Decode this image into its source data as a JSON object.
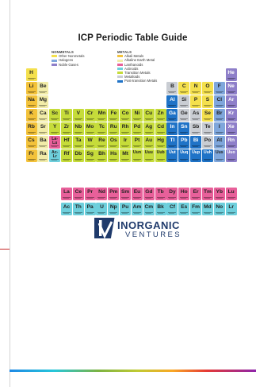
{
  "title": "ICP Periodic Table Guide",
  "colors": {
    "nonmetal": "#f4e04d",
    "halogen": "#7fa7dc",
    "noble": "#8e7fc9",
    "alkali": "#f3c23a",
    "alkaline": "#f2eca8",
    "lanthanide": "#e8609a",
    "actinide": "#6ecfdc",
    "transition": "#c6dc3a",
    "metalloid": "#c9cdd3",
    "post": "#1f73c7"
  },
  "legend": {
    "nonmetals_heading": "NONMETALS",
    "metals_heading": "METALS",
    "nonmetals": [
      {
        "label": "Other Nonmetals",
        "key": "nonmetal"
      },
      {
        "label": "Halogens",
        "key": "halogen"
      },
      {
        "label": "Noble Gases",
        "key": "noble"
      }
    ],
    "metals": [
      {
        "label": "Alkali Metals",
        "key": "alkali"
      },
      {
        "label": "Alkaline Earth Metal",
        "key": "alkaline"
      },
      {
        "label": "Lanthanoids",
        "key": "lanthanide"
      },
      {
        "label": "Actinoids",
        "key": "actinide"
      },
      {
        "label": "Transition Metals",
        "key": "transition"
      },
      {
        "label": "Metalloids",
        "key": "metalloid"
      },
      {
        "label": "Post-transition Metals",
        "key": "post"
      }
    ]
  },
  "elements": [
    {
      "s": "H",
      "r": 1,
      "c": 1,
      "k": "nonmetal"
    },
    {
      "s": "He",
      "r": 1,
      "c": 18,
      "k": "noble"
    },
    {
      "s": "Li",
      "r": 2,
      "c": 1,
      "k": "alkali"
    },
    {
      "s": "Be",
      "r": 2,
      "c": 2,
      "k": "alkaline"
    },
    {
      "s": "B",
      "r": 2,
      "c": 13,
      "k": "metalloid"
    },
    {
      "s": "C",
      "r": 2,
      "c": 14,
      "k": "nonmetal"
    },
    {
      "s": "N",
      "r": 2,
      "c": 15,
      "k": "nonmetal"
    },
    {
      "s": "O",
      "r": 2,
      "c": 16,
      "k": "nonmetal"
    },
    {
      "s": "F",
      "r": 2,
      "c": 17,
      "k": "halogen"
    },
    {
      "s": "Ne",
      "r": 2,
      "c": 18,
      "k": "noble"
    },
    {
      "s": "Na",
      "r": 3,
      "c": 1,
      "k": "alkali"
    },
    {
      "s": "Mg",
      "r": 3,
      "c": 2,
      "k": "alkaline"
    },
    {
      "s": "Al",
      "r": 3,
      "c": 13,
      "k": "post"
    },
    {
      "s": "Si",
      "r": 3,
      "c": 14,
      "k": "metalloid"
    },
    {
      "s": "P",
      "r": 3,
      "c": 15,
      "k": "nonmetal"
    },
    {
      "s": "S",
      "r": 3,
      "c": 16,
      "k": "nonmetal"
    },
    {
      "s": "Cl",
      "r": 3,
      "c": 17,
      "k": "halogen"
    },
    {
      "s": "Ar",
      "r": 3,
      "c": 18,
      "k": "noble"
    },
    {
      "s": "K",
      "r": 4,
      "c": 1,
      "k": "alkali"
    },
    {
      "s": "Ca",
      "r": 4,
      "c": 2,
      "k": "alkaline"
    },
    {
      "s": "Sc",
      "r": 4,
      "c": 3,
      "k": "transition"
    },
    {
      "s": "Ti",
      "r": 4,
      "c": 4,
      "k": "transition"
    },
    {
      "s": "V",
      "r": 4,
      "c": 5,
      "k": "transition"
    },
    {
      "s": "Cr",
      "r": 4,
      "c": 6,
      "k": "transition"
    },
    {
      "s": "Mn",
      "r": 4,
      "c": 7,
      "k": "transition"
    },
    {
      "s": "Fe",
      "r": 4,
      "c": 8,
      "k": "transition"
    },
    {
      "s": "Co",
      "r": 4,
      "c": 9,
      "k": "transition"
    },
    {
      "s": "Ni",
      "r": 4,
      "c": 10,
      "k": "transition"
    },
    {
      "s": "Cu",
      "r": 4,
      "c": 11,
      "k": "transition"
    },
    {
      "s": "Zn",
      "r": 4,
      "c": 12,
      "k": "transition"
    },
    {
      "s": "Ga",
      "r": 4,
      "c": 13,
      "k": "post"
    },
    {
      "s": "Ge",
      "r": 4,
      "c": 14,
      "k": "metalloid"
    },
    {
      "s": "As",
      "r": 4,
      "c": 15,
      "k": "metalloid"
    },
    {
      "s": "Se",
      "r": 4,
      "c": 16,
      "k": "nonmetal"
    },
    {
      "s": "Br",
      "r": 4,
      "c": 17,
      "k": "halogen"
    },
    {
      "s": "Kr",
      "r": 4,
      "c": 18,
      "k": "noble"
    },
    {
      "s": "Rb",
      "r": 5,
      "c": 1,
      "k": "alkali"
    },
    {
      "s": "Sr",
      "r": 5,
      "c": 2,
      "k": "alkaline"
    },
    {
      "s": "Y",
      "r": 5,
      "c": 3,
      "k": "transition"
    },
    {
      "s": "Zr",
      "r": 5,
      "c": 4,
      "k": "transition"
    },
    {
      "s": "Nb",
      "r": 5,
      "c": 5,
      "k": "transition"
    },
    {
      "s": "Mo",
      "r": 5,
      "c": 6,
      "k": "transition"
    },
    {
      "s": "Tc",
      "r": 5,
      "c": 7,
      "k": "transition"
    },
    {
      "s": "Ru",
      "r": 5,
      "c": 8,
      "k": "transition"
    },
    {
      "s": "Rh",
      "r": 5,
      "c": 9,
      "k": "transition"
    },
    {
      "s": "Pd",
      "r": 5,
      "c": 10,
      "k": "transition"
    },
    {
      "s": "Ag",
      "r": 5,
      "c": 11,
      "k": "transition"
    },
    {
      "s": "Cd",
      "r": 5,
      "c": 12,
      "k": "transition"
    },
    {
      "s": "In",
      "r": 5,
      "c": 13,
      "k": "post"
    },
    {
      "s": "Sn",
      "r": 5,
      "c": 14,
      "k": "post"
    },
    {
      "s": "Sb",
      "r": 5,
      "c": 15,
      "k": "metalloid"
    },
    {
      "s": "Te",
      "r": 5,
      "c": 16,
      "k": "metalloid"
    },
    {
      "s": "I",
      "r": 5,
      "c": 17,
      "k": "halogen"
    },
    {
      "s": "Xe",
      "r": 5,
      "c": 18,
      "k": "noble"
    },
    {
      "s": "Cs",
      "r": 6,
      "c": 1,
      "k": "alkali"
    },
    {
      "s": "Ba",
      "r": 6,
      "c": 2,
      "k": "alkaline"
    },
    {
      "s": "La-Lu",
      "r": 6,
      "c": 3,
      "k": "lanthanide",
      "small": true
    },
    {
      "s": "Hf",
      "r": 6,
      "c": 4,
      "k": "transition"
    },
    {
      "s": "Ta",
      "r": 6,
      "c": 5,
      "k": "transition"
    },
    {
      "s": "W",
      "r": 6,
      "c": 6,
      "k": "transition"
    },
    {
      "s": "Re",
      "r": 6,
      "c": 7,
      "k": "transition"
    },
    {
      "s": "Os",
      "r": 6,
      "c": 8,
      "k": "transition"
    },
    {
      "s": "Ir",
      "r": 6,
      "c": 9,
      "k": "transition"
    },
    {
      "s": "Pt",
      "r": 6,
      "c": 10,
      "k": "transition"
    },
    {
      "s": "Au",
      "r": 6,
      "c": 11,
      "k": "transition"
    },
    {
      "s": "Hg",
      "r": 6,
      "c": 12,
      "k": "transition"
    },
    {
      "s": "Tl",
      "r": 6,
      "c": 13,
      "k": "post"
    },
    {
      "s": "Pb",
      "r": 6,
      "c": 14,
      "k": "post"
    },
    {
      "s": "Bi",
      "r": 6,
      "c": 15,
      "k": "post"
    },
    {
      "s": "Po",
      "r": 6,
      "c": 16,
      "k": "metalloid"
    },
    {
      "s": "At",
      "r": 6,
      "c": 17,
      "k": "halogen"
    },
    {
      "s": "Rn",
      "r": 6,
      "c": 18,
      "k": "noble"
    },
    {
      "s": "Fr",
      "r": 7,
      "c": 1,
      "k": "alkali"
    },
    {
      "s": "Ra",
      "r": 7,
      "c": 2,
      "k": "alkaline"
    },
    {
      "s": "Ac-Lr",
      "r": 7,
      "c": 3,
      "k": "actinide",
      "small": true
    },
    {
      "s": "Rf",
      "r": 7,
      "c": 4,
      "k": "transition"
    },
    {
      "s": "Db",
      "r": 7,
      "c": 5,
      "k": "transition"
    },
    {
      "s": "Sg",
      "r": 7,
      "c": 6,
      "k": "transition"
    },
    {
      "s": "Bh",
      "r": 7,
      "c": 7,
      "k": "transition"
    },
    {
      "s": "Hs",
      "r": 7,
      "c": 8,
      "k": "transition"
    },
    {
      "s": "Mt",
      "r": 7,
      "c": 9,
      "k": "transition"
    },
    {
      "s": "Uun",
      "r": 7,
      "c": 10,
      "k": "transition",
      "small": true
    },
    {
      "s": "Uuu",
      "r": 7,
      "c": 11,
      "k": "transition",
      "small": true
    },
    {
      "s": "Uub",
      "r": 7,
      "c": 12,
      "k": "transition",
      "small": true
    },
    {
      "s": "Uut",
      "r": 7,
      "c": 13,
      "k": "post",
      "small": true
    },
    {
      "s": "Uuq",
      "r": 7,
      "c": 14,
      "k": "post",
      "small": true
    },
    {
      "s": "Uup",
      "r": 7,
      "c": 15,
      "k": "post",
      "small": true
    },
    {
      "s": "Uuh",
      "r": 7,
      "c": 16,
      "k": "post",
      "small": true
    },
    {
      "s": "Uus",
      "r": 7,
      "c": 17,
      "k": "halogen",
      "small": true
    },
    {
      "s": "Uuo",
      "r": 7,
      "c": 18,
      "k": "noble",
      "small": true
    },
    {
      "s": "La",
      "r": 8,
      "c": 4,
      "k": "lanthanide"
    },
    {
      "s": "Ce",
      "r": 8,
      "c": 5,
      "k": "lanthanide"
    },
    {
      "s": "Pr",
      "r": 8,
      "c": 6,
      "k": "lanthanide"
    },
    {
      "s": "Nd",
      "r": 8,
      "c": 7,
      "k": "lanthanide"
    },
    {
      "s": "Pm",
      "r": 8,
      "c": 8,
      "k": "lanthanide"
    },
    {
      "s": "Sm",
      "r": 8,
      "c": 9,
      "k": "lanthanide"
    },
    {
      "s": "Eu",
      "r": 8,
      "c": 10,
      "k": "lanthanide"
    },
    {
      "s": "Gd",
      "r": 8,
      "c": 11,
      "k": "lanthanide"
    },
    {
      "s": "Tb",
      "r": 8,
      "c": 12,
      "k": "lanthanide"
    },
    {
      "s": "Dy",
      "r": 8,
      "c": 13,
      "k": "lanthanide"
    },
    {
      "s": "Ho",
      "r": 8,
      "c": 14,
      "k": "lanthanide"
    },
    {
      "s": "Er",
      "r": 8,
      "c": 15,
      "k": "lanthanide"
    },
    {
      "s": "Tm",
      "r": 8,
      "c": 16,
      "k": "lanthanide"
    },
    {
      "s": "Yb",
      "r": 8,
      "c": 17,
      "k": "lanthanide"
    },
    {
      "s": "Lu",
      "r": 8,
      "c": 18,
      "k": "lanthanide"
    },
    {
      "s": "Ac",
      "r": 9,
      "c": 4,
      "k": "actinide"
    },
    {
      "s": "Th",
      "r": 9,
      "c": 5,
      "k": "actinide"
    },
    {
      "s": "Pa",
      "r": 9,
      "c": 6,
      "k": "actinide"
    },
    {
      "s": "U",
      "r": 9,
      "c": 7,
      "k": "actinide"
    },
    {
      "s": "Np",
      "r": 9,
      "c": 8,
      "k": "actinide"
    },
    {
      "s": "Pu",
      "r": 9,
      "c": 9,
      "k": "actinide"
    },
    {
      "s": "Am",
      "r": 9,
      "c": 10,
      "k": "actinide"
    },
    {
      "s": "Cm",
      "r": 9,
      "c": 11,
      "k": "actinide"
    },
    {
      "s": "Bk",
      "r": 9,
      "c": 12,
      "k": "actinide"
    },
    {
      "s": "Cf",
      "r": 9,
      "c": 13,
      "k": "actinide"
    },
    {
      "s": "Es",
      "r": 9,
      "c": 14,
      "k": "actinide"
    },
    {
      "s": "Fm",
      "r": 9,
      "c": 15,
      "k": "actinide"
    },
    {
      "s": "Md",
      "r": 9,
      "c": 16,
      "k": "actinide"
    },
    {
      "s": "No",
      "r": 9,
      "c": 17,
      "k": "actinide"
    },
    {
      "s": "Lr",
      "r": 9,
      "c": 18,
      "k": "actinide"
    }
  ],
  "logo": {
    "line1": "INORGANIC",
    "line2": "VENTURES",
    "icon": "inorganic-ventures-logo-icon"
  }
}
